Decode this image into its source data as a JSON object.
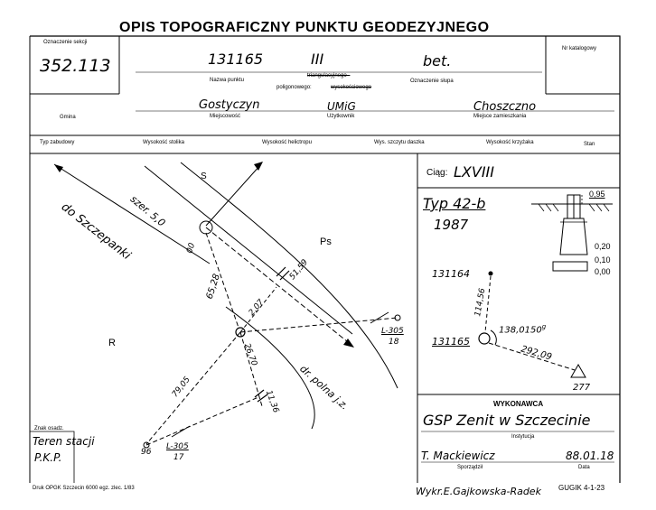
{
  "title": "OPIS TOPOGRAFICZNY PUNKTU GEODEZYJNEGO",
  "header": {
    "section_label": "Oznaczenie sekcji",
    "section_value": "352.113",
    "catalog_label": "Nr katalogowy",
    "point_name_value": "131165",
    "point_class_value": "III",
    "marker_value": "bet.",
    "point_name_label": "Nazwa punktu",
    "triangulation_label": "triangulacyjnego -",
    "polygon_label": "poligonowego:",
    "polygon_struck": "wysokościowego",
    "marker_label": "Oznaczenie słupa",
    "gmina_label": "Gmina",
    "locality_value": "Gostyczyn",
    "locality_label": "Miejscowość",
    "user_value": "UMiG",
    "user_label": "Użytkownik",
    "residence_value": "Choszczno",
    "residence_label": "Miejsce zamieszkania"
  },
  "columns": [
    "Typ zabudowy",
    "Wysokość stolika",
    "Wysokość helictropu",
    "Wys. szczytu daszka",
    "Wysokość krzyżaka",
    "Stan"
  ],
  "map": {
    "road_label": "do Szczepanki",
    "width_label": "szer. 5,0",
    "field_path_label": "dr. polna j.z.",
    "s_label": "S",
    "ps_label": "Ps",
    "r_label": "R",
    "m0": "00",
    "m1": "65,28",
    "m2": "2,07",
    "m3": "51,59",
    "m4": "26,70",
    "m5": "11,36",
    "m6": "79,05",
    "m7": "96",
    "ref1_top": "L-305",
    "ref1_bottom": "18",
    "ref2_top": "L-305",
    "ref2_bottom": "17",
    "corner_label": "Znak osadz.",
    "corner_value1": "Teren stacji",
    "corner_value2": "P.K.P."
  },
  "right": {
    "ciag_label": "Ciąg:",
    "ciag_value": "LXVIII",
    "type_value": "Typ 42-b",
    "year_value": "1987",
    "d1": "0,95",
    "d2": "0,20",
    "d3": "0,10",
    "d4": "0,00",
    "pt1": "131164",
    "pt2": "131165",
    "pt3": "277",
    "dist1": "114,56",
    "angle": "138,0150",
    "angle_unit": "g",
    "dist2": "292,09"
  },
  "footer": {
    "executor_label": "WYKONAWCA",
    "executor_value": "GSP Zenit w Szczecinie",
    "institution_label": "Instytucja",
    "prepared_value": "T. Mackiewicz",
    "prepared_label": "Sporządził",
    "date_value": "88.01.18",
    "date_label": "Data",
    "print_note": "Druk OPGK Szczecin 6000 egz. zlec. 1/83",
    "author_note": "Wykr.E.Gajkowska-Radek",
    "form_code": "GUGIK 4-1-23"
  }
}
